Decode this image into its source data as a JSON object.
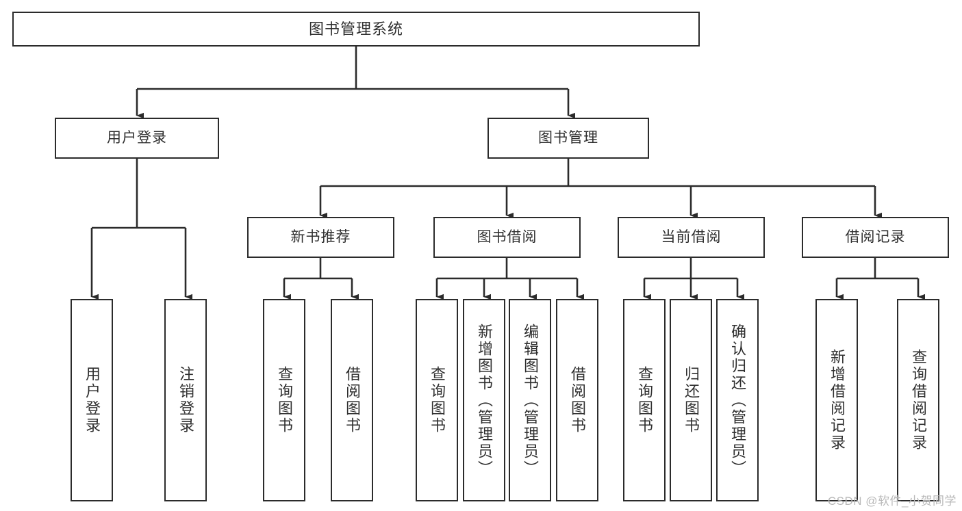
{
  "diagram": {
    "title": "图书管理系统",
    "type": "hierarchy-tree",
    "watermark": "CSDN @软件_小贺同学",
    "colors": {
      "node_border": "#2b2b2b",
      "node_fill": "#ffffff",
      "edge": "#2b2b2b",
      "text": "#2f2f2f",
      "watermark": "#b9b9b9",
      "background": "#ffffff"
    },
    "nodes": {
      "root": {
        "label": "图书管理系统",
        "level": 1,
        "orientation": "horizontal"
      },
      "user_login": {
        "label": "用户登录",
        "level": 2,
        "orientation": "horizontal"
      },
      "book_manage": {
        "label": "图书管理",
        "level": 2,
        "orientation": "horizontal"
      },
      "new_book_rec": {
        "label": "新书推荐",
        "level": 3,
        "orientation": "horizontal"
      },
      "book_borrow": {
        "label": "图书借阅",
        "level": 3,
        "orientation": "horizontal"
      },
      "current_borrow": {
        "label": "当前借阅",
        "level": 3,
        "orientation": "horizontal"
      },
      "borrow_record": {
        "label": "借阅记录",
        "level": 3,
        "orientation": "horizontal"
      },
      "leaf_user_login": {
        "label": "用户登录",
        "level": 4,
        "orientation": "vertical"
      },
      "leaf_logout": {
        "label": "注销登录",
        "level": 4,
        "orientation": "vertical"
      },
      "leaf_query_book_a": {
        "label": "查询图书",
        "level": 4,
        "orientation": "vertical"
      },
      "leaf_borrow_book_a": {
        "label": "借阅图书",
        "level": 4,
        "orientation": "vertical"
      },
      "leaf_query_book_b": {
        "label": "查询图书",
        "level": 4,
        "orientation": "vertical"
      },
      "leaf_add_book": {
        "label": "新增图书（管理员）",
        "level": 4,
        "orientation": "vertical"
      },
      "leaf_edit_book": {
        "label": "编辑图书（管理员）",
        "level": 4,
        "orientation": "vertical"
      },
      "leaf_borrow_book_b": {
        "label": "借阅图书",
        "level": 4,
        "orientation": "vertical"
      },
      "leaf_query_book_c": {
        "label": "查询图书",
        "level": 4,
        "orientation": "vertical"
      },
      "leaf_return_book": {
        "label": "归还图书",
        "level": 4,
        "orientation": "vertical"
      },
      "leaf_confirm_return": {
        "label": "确认归还（管理员）",
        "level": 4,
        "orientation": "vertical"
      },
      "leaf_add_record": {
        "label": "新增借阅记录",
        "level": 4,
        "orientation": "vertical"
      },
      "leaf_query_record": {
        "label": "查询借阅记录",
        "level": 4,
        "orientation": "vertical"
      }
    },
    "edges": [
      {
        "from": "root",
        "to": "user_login"
      },
      {
        "from": "root",
        "to": "book_manage"
      },
      {
        "from": "book_manage",
        "to": "new_book_rec"
      },
      {
        "from": "book_manage",
        "to": "book_borrow"
      },
      {
        "from": "book_manage",
        "to": "current_borrow"
      },
      {
        "from": "book_manage",
        "to": "borrow_record"
      },
      {
        "from": "user_login",
        "to": "leaf_user_login"
      },
      {
        "from": "user_login",
        "to": "leaf_logout"
      },
      {
        "from": "new_book_rec",
        "to": "leaf_query_book_a"
      },
      {
        "from": "new_book_rec",
        "to": "leaf_borrow_book_a"
      },
      {
        "from": "book_borrow",
        "to": "leaf_query_book_b"
      },
      {
        "from": "book_borrow",
        "to": "leaf_add_book"
      },
      {
        "from": "book_borrow",
        "to": "leaf_edit_book"
      },
      {
        "from": "book_borrow",
        "to": "leaf_borrow_book_b"
      },
      {
        "from": "current_borrow",
        "to": "leaf_query_book_c"
      },
      {
        "from": "current_borrow",
        "to": "leaf_return_book"
      },
      {
        "from": "current_borrow",
        "to": "leaf_confirm_return"
      },
      {
        "from": "borrow_record",
        "to": "leaf_add_record"
      },
      {
        "from": "borrow_record",
        "to": "leaf_query_record"
      }
    ]
  }
}
